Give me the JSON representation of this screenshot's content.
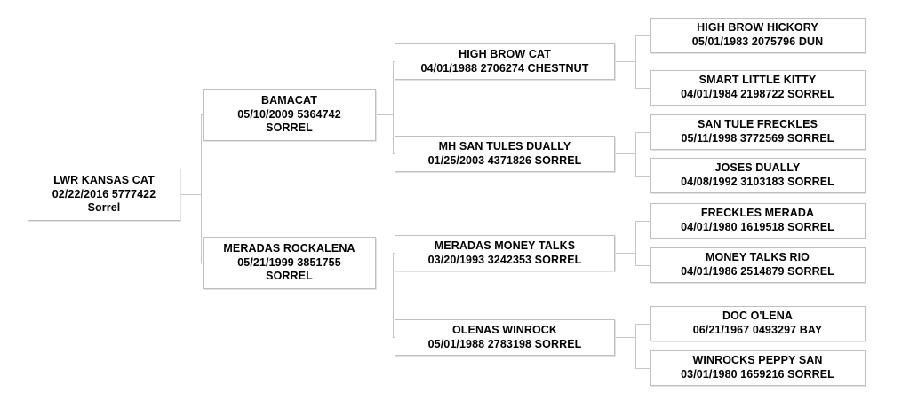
{
  "chart_data": {
    "type": "diagram",
    "title": "",
    "layout": "horizontal-pedigree-tree",
    "generations": 4,
    "subject": {
      "name": "LWR KANSAS CAT",
      "date": "02/22/2016",
      "registration": "5777422",
      "color": "Sorrel"
    },
    "nodes": [
      {
        "id": "self",
        "generation": 0,
        "name": "LWR KANSAS CAT",
        "date": "02/22/2016",
        "registration": "5777422",
        "color": "Sorrel"
      },
      {
        "id": "s",
        "generation": 1,
        "name": "BAMACAT",
        "date": "05/10/2009",
        "registration": "5364742",
        "color": "SORREL"
      },
      {
        "id": "d",
        "generation": 1,
        "name": "MERADAS ROCKALENA",
        "date": "05/21/1999",
        "registration": "3851755",
        "color": "SORREL"
      },
      {
        "id": "ss",
        "generation": 2,
        "name": "HIGH BROW CAT",
        "date": "04/01/1988",
        "registration": "2706274",
        "color": "CHESTNUT"
      },
      {
        "id": "sd",
        "generation": 2,
        "name": "MH SAN TULES DUALLY",
        "date": "01/25/2003",
        "registration": "4371826",
        "color": "SORREL"
      },
      {
        "id": "ds",
        "generation": 2,
        "name": "MERADAS MONEY TALKS",
        "date": "03/20/1993",
        "registration": "3242353",
        "color": "SORREL"
      },
      {
        "id": "dd",
        "generation": 2,
        "name": "OLENAS WINROCK",
        "date": "05/01/1988",
        "registration": "2783198",
        "color": "SORREL"
      },
      {
        "id": "sss",
        "generation": 3,
        "name": "HIGH BROW HICKORY",
        "date": "05/01/1983",
        "registration": "2075796",
        "color": "DUN"
      },
      {
        "id": "ssd",
        "generation": 3,
        "name": "SMART LITTLE KITTY",
        "date": "04/01/1984",
        "registration": "2198722",
        "color": "SORREL"
      },
      {
        "id": "sds",
        "generation": 3,
        "name": "SAN TULE FRECKLES",
        "date": "05/11/1998",
        "registration": "3772569",
        "color": "SORREL"
      },
      {
        "id": "sdd",
        "generation": 3,
        "name": "JOSES DUALLY",
        "date": "04/08/1992",
        "registration": "3103183",
        "color": "SORREL"
      },
      {
        "id": "dss",
        "generation": 3,
        "name": "FRECKLES MERADA",
        "date": "04/01/1980",
        "registration": "1619518",
        "color": "SORREL"
      },
      {
        "id": "dsd",
        "generation": 3,
        "name": "MONEY TALKS RIO",
        "date": "04/01/1986",
        "registration": "2514879",
        "color": "SORREL"
      },
      {
        "id": "dds",
        "generation": 3,
        "name": "DOC O'LENA",
        "date": "06/21/1967",
        "registration": "0493297",
        "color": "BAY"
      },
      {
        "id": "ddd",
        "generation": 3,
        "name": "WINROCKS PEPPY SAN",
        "date": "03/01/1980",
        "registration": "1659216",
        "color": "SORREL"
      }
    ]
  },
  "colors": {
    "background": "#ffffff",
    "box_border": "#bfbfbf",
    "box_shadow": "#e2e2e2",
    "connector": "#c6c6c6",
    "text": "#000000"
  },
  "boxes": {
    "self": {
      "name": "LWR KANSAS CAT",
      "line2": "02/22/2016 5777422",
      "line3": "Sorrel"
    },
    "sire": {
      "name": "BAMACAT",
      "line2": "05/10/2009 5364742",
      "line3": "SORREL"
    },
    "dam": {
      "name": "MERADAS ROCKALENA",
      "line2": "05/21/1999 3851755",
      "line3": "SORREL"
    },
    "sire_sire": {
      "name": "HIGH BROW CAT",
      "line2": "04/01/1988 2706274 CHESTNUT"
    },
    "sire_dam": {
      "name": "MH SAN TULES DUALLY",
      "line2": "01/25/2003 4371826 SORREL"
    },
    "dam_sire": {
      "name": "MERADAS MONEY TALKS",
      "line2": "03/20/1993 3242353 SORREL"
    },
    "dam_dam": {
      "name": "OLENAS WINROCK",
      "line2": "05/01/1988 2783198 SORREL"
    },
    "sire_sire_sire": {
      "name": "HIGH BROW HICKORY",
      "line2": "05/01/1983 2075796 DUN"
    },
    "sire_sire_dam": {
      "name": "SMART LITTLE KITTY",
      "line2": "04/01/1984 2198722 SORREL"
    },
    "sire_dam_sire": {
      "name": "SAN TULE FRECKLES",
      "line2": "05/11/1998 3772569 SORREL"
    },
    "sire_dam_dam": {
      "name": "JOSES DUALLY",
      "line2": "04/08/1992 3103183 SORREL"
    },
    "dam_sire_sire": {
      "name": "FRECKLES MERADA",
      "line2": "04/01/1980 1619518 SORREL"
    },
    "dam_sire_dam": {
      "name": "MONEY TALKS RIO",
      "line2": "04/01/1986 2514879 SORREL"
    },
    "dam_dam_sire": {
      "name": "DOC O'LENA",
      "line2": "06/21/1967 0493297 BAY"
    },
    "dam_dam_dam": {
      "name": "WINROCKS PEPPY SAN",
      "line2": "03/01/1980 1659216 SORREL"
    }
  }
}
